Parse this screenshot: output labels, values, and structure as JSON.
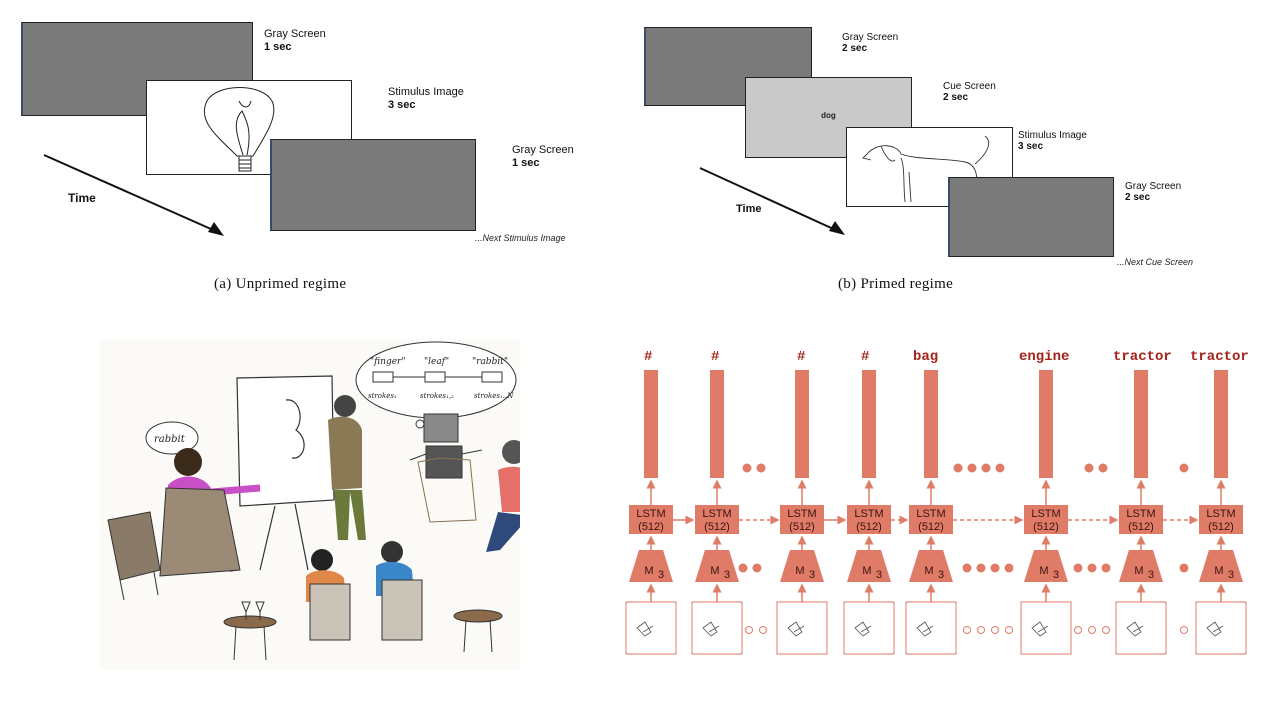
{
  "panel_a": {
    "caption": "(a) Unprimed regime",
    "time_label": "Time",
    "next_label": "...Next Stimulus Image",
    "screens": [
      {
        "name": "Gray Screen",
        "duration": "1 sec"
      },
      {
        "name": "Stimulus Image",
        "duration": "3 sec"
      },
      {
        "name": "Gray Screen",
        "duration": "1 sec"
      }
    ]
  },
  "panel_b": {
    "caption": "(b) Primed regime",
    "time_label": "Time",
    "next_label": "...Next Cue Screen",
    "cue_word": "dog",
    "screens": [
      {
        "name": "Gray Screen",
        "duration": "2 sec"
      },
      {
        "name": "Cue Screen",
        "duration": "2 sec"
      },
      {
        "name": "Stimulus Image",
        "duration": "3 sec"
      },
      {
        "name": "Gray Screen",
        "duration": "2 sec"
      }
    ]
  },
  "panel_c": {
    "speech_bubble": "rabbit",
    "thought_words": [
      "\"finger\"",
      "\"leaf\"",
      "\"rabbit\""
    ],
    "thought_strokes": [
      "strokes₁",
      "strokes₁,₂",
      "strokes₁..N"
    ]
  },
  "panel_d": {
    "outputs": [
      "#",
      "#",
      "#",
      "#",
      "bag",
      "engine",
      "tractor",
      "tractor"
    ],
    "lstm_label": "LSTM",
    "lstm_size": "(512)",
    "encoder_label": "M",
    "encoder_subscript": "3",
    "colors": {
      "block": "#e07b68",
      "text_dark": "#3a1410",
      "word": "#a3231a"
    }
  }
}
